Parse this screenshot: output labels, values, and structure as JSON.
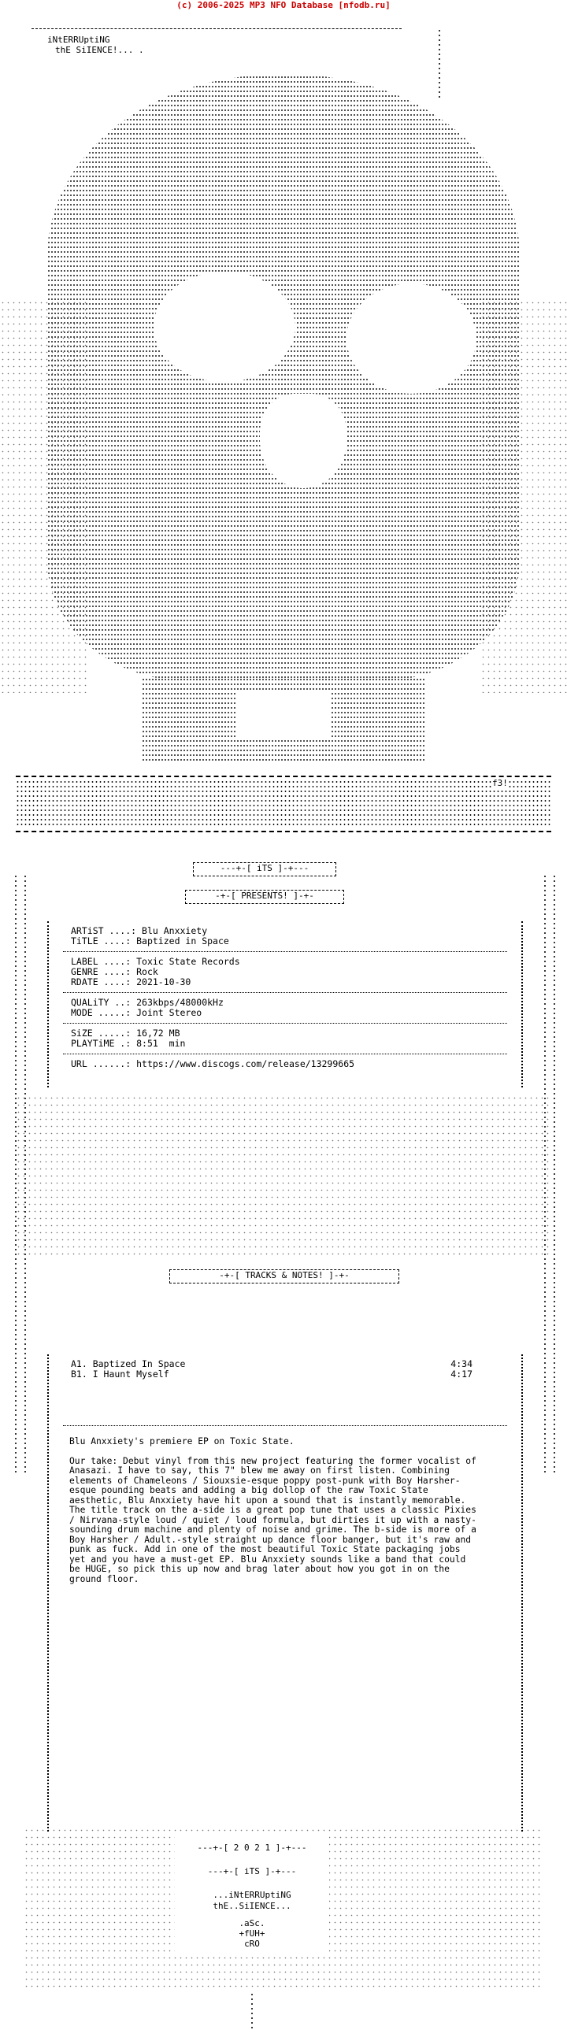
{
  "header": {
    "copyright": "(c) 2006-2025 MP3 NFO Database [nfodb.ru]"
  },
  "group": {
    "line1": "iNtERRUptiNG",
    "line2": "thE SiIENCE!... ."
  },
  "tag": "f3!",
  "banners": {
    "its": "---+-[ iTS ]-+---",
    "presents": "-+-[ PRESENTS! ]-+-",
    "tracks": "-+-[ TRACKS & NOTES! ]-+-"
  },
  "release": {
    "artist_label": "ARTiST ....:",
    "artist": "Blu Anxxiety",
    "title_label": "TiTLE ....:",
    "title": "Baptized in Space",
    "label_label": "LABEL ....:",
    "label": "Toxic State Records",
    "genre_label": "GENRE ....:",
    "genre": "Rock",
    "rdate_label": "RDATE ....:",
    "rdate": "2021-10-30",
    "quality_label": "QUALiTY ..:",
    "quality": "263kbps/48000kHz",
    "mode_label": "MODE .....:",
    "mode": "Joint Stereo",
    "size_label": "SiZE .....:",
    "size": "16,72 MB",
    "playtime_label": "PLAYTiME .:",
    "playtime": "8:51  min",
    "url_label": "URL ......:",
    "url": "https://www.discogs.com/release/13299665"
  },
  "tracks": [
    {
      "title": "A1. Baptized In Space",
      "time": "4:34"
    },
    {
      "title": "B1. I Haunt Myself",
      "time": "4:17"
    }
  ],
  "notes": {
    "intro": "Blu Anxxiety's premiere EP on Toxic State.",
    "body": "Our take: Debut vinyl from this new project featuring the former vocalist of Anasazi. I have to say, this 7\" blew me away on first listen. Combining elements of Chameleons / Siouxsie-esque poppy post-punk with Boy Harsher-esque pounding beats and adding a big dollop of the raw Toxic State aesthetic, Blu Anxxiety have hit upon a sound that is instantly memorable. The title track on the a-side is a great pop tune that uses a classic Pixies / Nirvana-style loud / quiet / loud formula, but dirties it up with a nasty-sounding drum machine and plenty of noise and grime. The b-side is more of a Boy Harsher / Adult.-style straight up dance floor banger, but it's raw and punk as fuck. Add in one of the most beautiful Toxic State packaging jobs yet and you have a must-get EP. Blu Anxxiety sounds like a band that could be HUGE, so pick this up now and brag later about how you got in on the ground floor."
  },
  "footer": {
    "year": "---+-[ 2 0 2 1 ]-+---",
    "its": "---+-[ iTS ]-+---",
    "group1": "...iNtERRUptiNG",
    "group2": "thE..SiIENCE...",
    "credit1": ".aSc.",
    "credit2": "+fUH+",
    "credit3": "cRO"
  }
}
